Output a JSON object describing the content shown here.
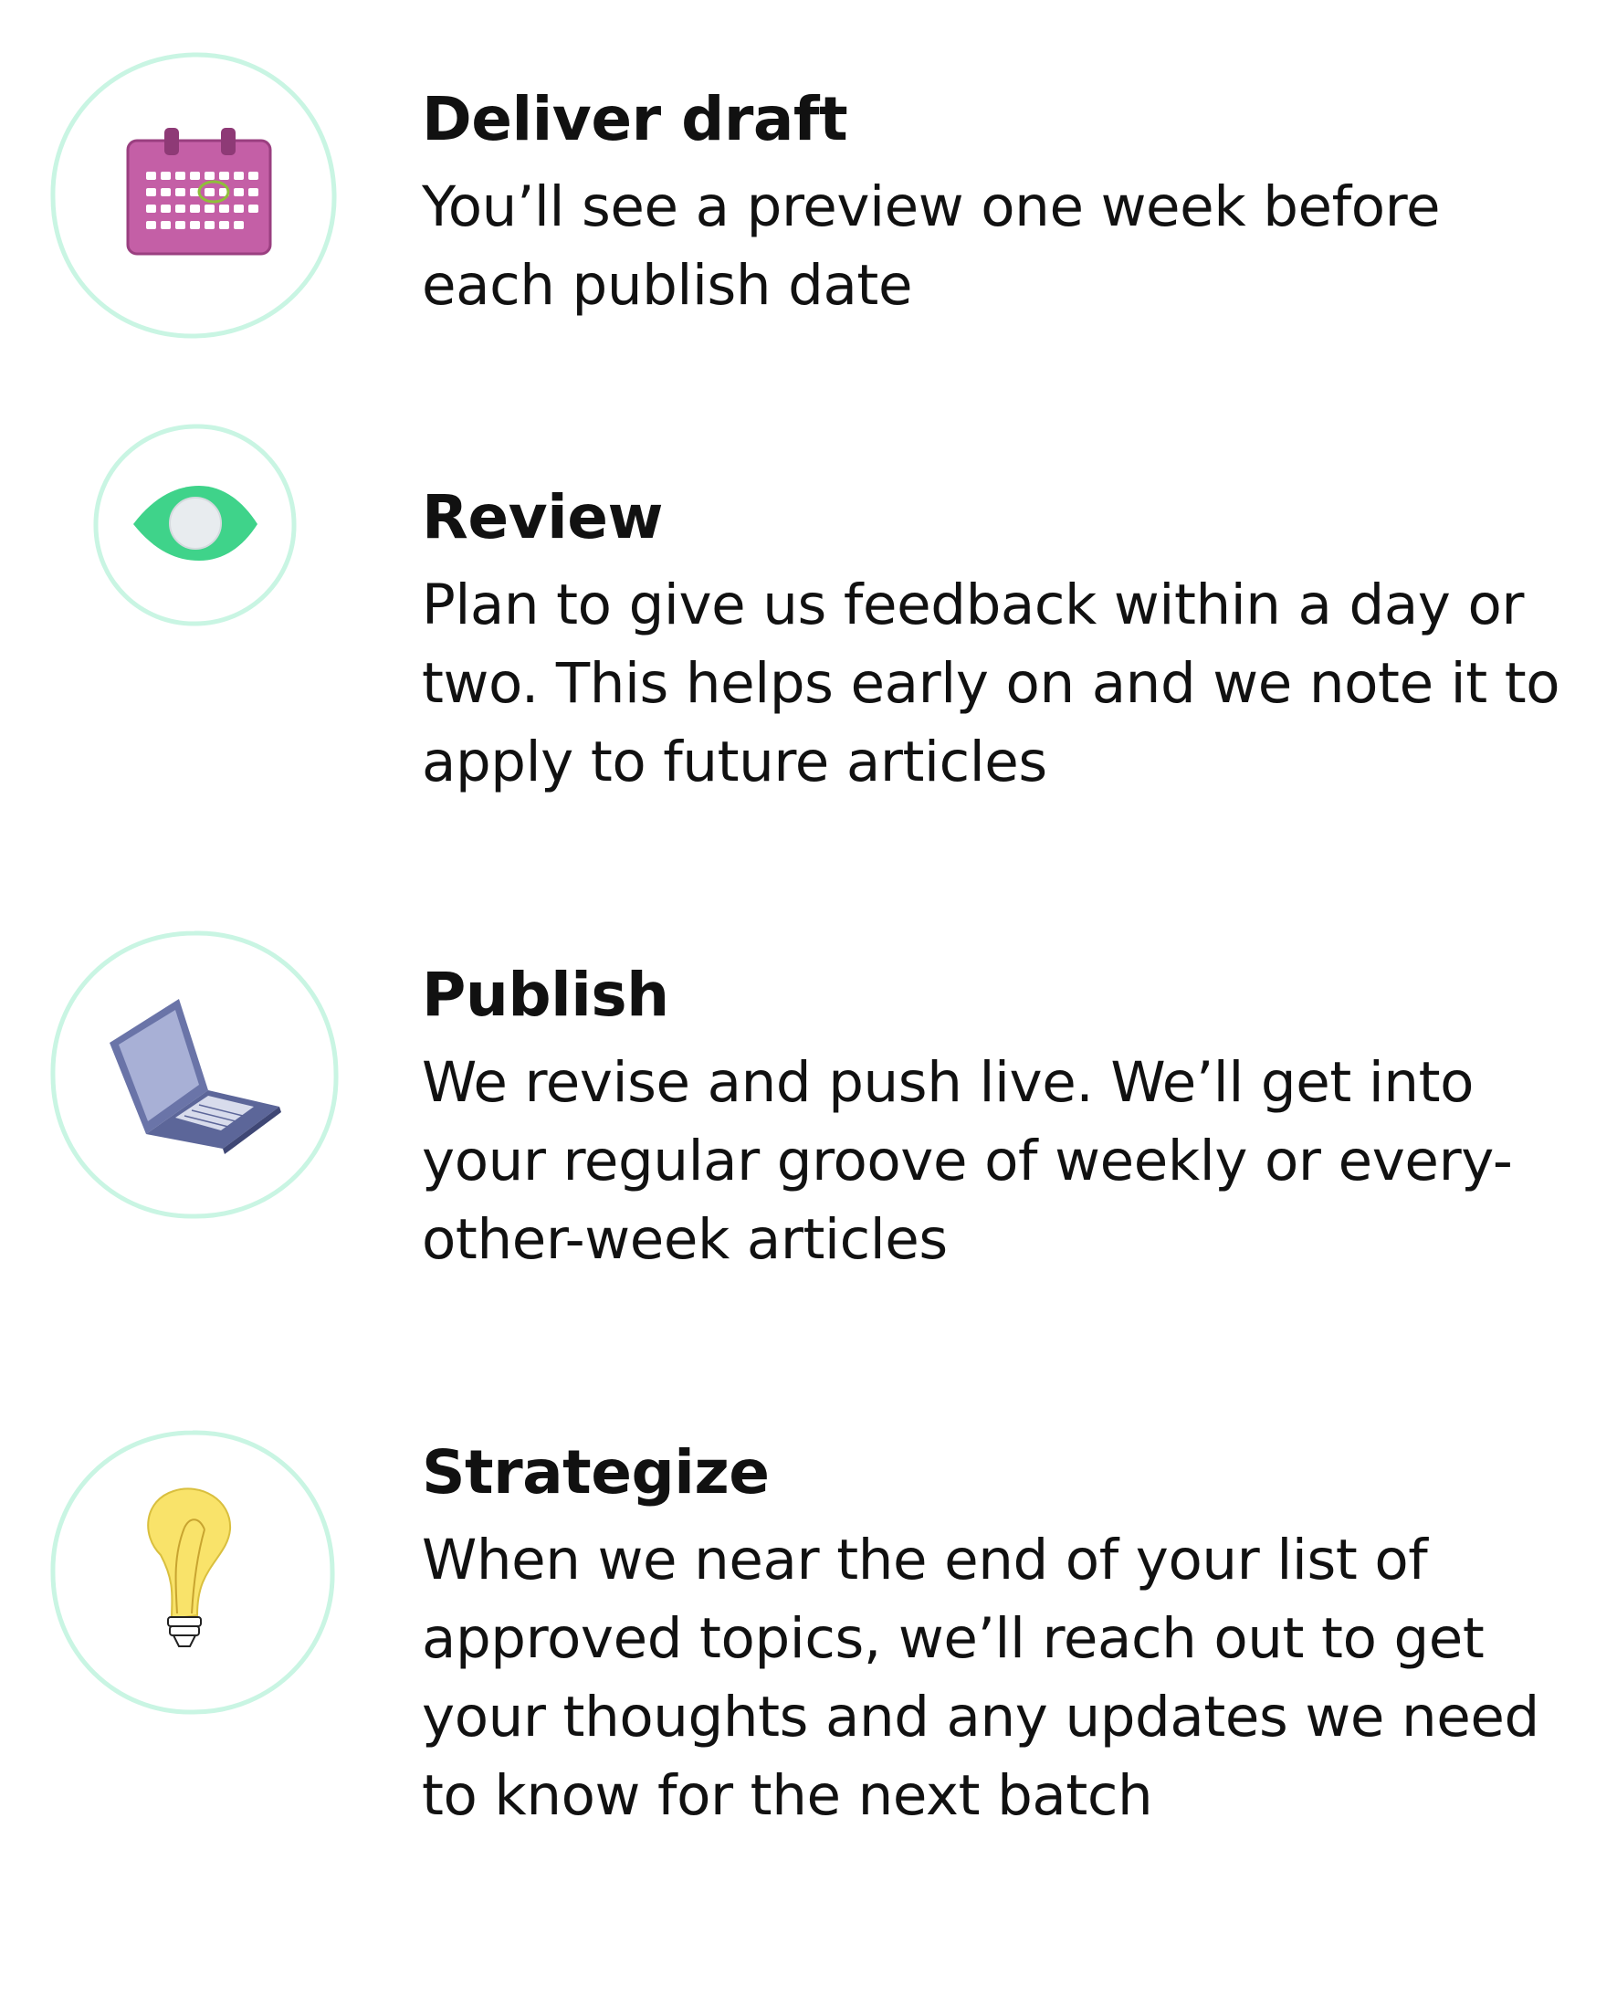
{
  "steps": [
    {
      "icon": "calendar-icon",
      "title": "Deliver draft",
      "description": "You’ll see a preview one week before each publish date"
    },
    {
      "icon": "eye-icon",
      "title": "Review",
      "description": "Plan to give us feedback within a day or two. This helps early on and we note it to apply to future articles"
    },
    {
      "icon": "laptop-icon",
      "title": "Publish",
      "description": "We revise and push live. We’ll get into your regular groove of weekly or every-other-week articles"
    },
    {
      "icon": "lightbulb-icon",
      "title": "Strategize",
      "description": "When we near the end of your list of approved topics, we’ll reach out to get your thoughts and any updates we need to know for the next batch"
    }
  ],
  "colors": {
    "circle_outline": "#c9f5e3",
    "calendar": "#c45fa6",
    "eye": "#3fd38a",
    "laptop": "#6a74a8",
    "lightbulb": "#f9e36a",
    "text": "#111111"
  }
}
